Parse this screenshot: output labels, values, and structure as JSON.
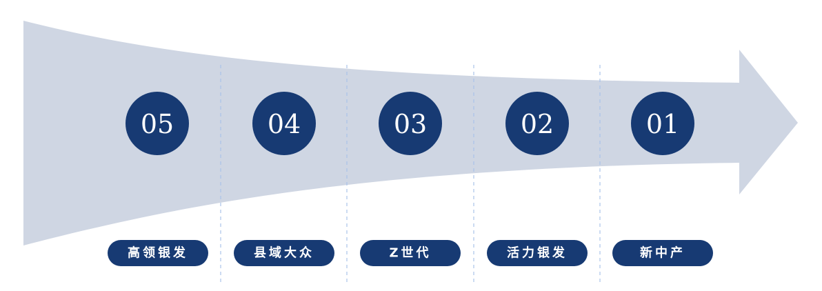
{
  "colors": {
    "arrow": "#cfd6e3",
    "accent": "#173a73",
    "divider": "#a9c3ea",
    "text": "#ffffff"
  },
  "steps": [
    {
      "number": "05",
      "label": "高领银发"
    },
    {
      "number": "04",
      "label": "县域大众"
    },
    {
      "number": "03",
      "label": "Z世代"
    },
    {
      "number": "02",
      "label": "活力银发"
    },
    {
      "number": "01",
      "label": "新中产"
    }
  ]
}
